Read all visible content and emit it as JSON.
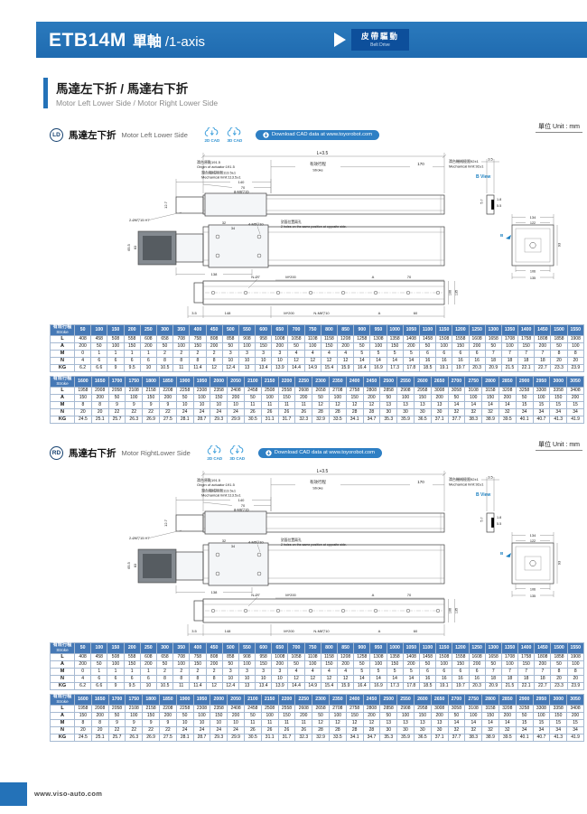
{
  "header": {
    "model": "ETB14M",
    "subtitle_cn": "單軸",
    "subtitle_axis": "/1-axis",
    "drive_cn": "皮帶驅動",
    "drive_en": "Belt Drive"
  },
  "intro": {
    "title_cn": "馬達左下折 / 馬達右下折",
    "title_en": "Motor Left Lower Side / Motor Right Lower Side"
  },
  "unit_label": "單位 Unit : mm",
  "cad": {
    "label_2d": "2D CAD",
    "label_3d": "3D CAD",
    "download": "Download CAD data at www.toyorobot.com"
  },
  "sections": [
    {
      "badge": "LD",
      "title_cn": "馬達左下折",
      "title_en": "Motor Left Lower Side"
    },
    {
      "badge": "RD",
      "title_cn": "馬達右下折",
      "title_en": "Motor RightLower Side"
    }
  ],
  "drawing": {
    "dim_L": "L+3.5",
    "origin_cn": "滑台原點191.5",
    "origin_en": "Origin of actuator:191.5",
    "stroke_cn": "有效行程",
    "stroke_en": "Stroke",
    "dim_170": "170",
    "mech_right_cn": "滑台機械極限92±1",
    "mech_right_en": "Mechanical limit:92±1",
    "mech_left_cn": "滑台機械極限113.5±1",
    "mech_left_en": "Mechanical limit:113.5±1",
    "dim_140": "140",
    "dim_70": "70",
    "holes_top": "8-M6▽15",
    "dim_127": "12.7",
    "bview_label": "B View",
    "dim_35": "3.5",
    "dim_57": "5.7",
    "dim_18": "1.8",
    "dim_55": "5.5",
    "holes_left": "2-Ø6▽15 H7",
    "dim_32": "32",
    "dim_34": "34",
    "holes_slider": "4-M5▽10",
    "opposite_cn": "對面位置兩孔",
    "opposite_en": "2 holes on the same position at opposite side.",
    "dim_134": "134",
    "dim_122": "122",
    "dim_93": "93",
    "dim_655": "65.5",
    "dim_83": "83",
    "dim_138": "138",
    "dim_106": "106",
    "dim_135": "135",
    "holes_n7": "N-Ø7",
    "dim_m200": "M*200",
    "dim_A": "A",
    "dim_148": "148",
    "holes_m6": "N-M6▽10",
    "dim_60": "60",
    "b_ref": "B"
  },
  "stroke_tables": {
    "header_cn": "有效行程",
    "header_en": "Stroke",
    "t1": {
      "strokes": [
        "50",
        "100",
        "150",
        "200",
        "250",
        "300",
        "350",
        "400",
        "450",
        "500",
        "550",
        "600",
        "650",
        "700",
        "750",
        "800",
        "850",
        "900",
        "950",
        "1000",
        "1050",
        "1100",
        "1150",
        "1200",
        "1250",
        "1300",
        "1350",
        "1400",
        "1450",
        "1500",
        "1550"
      ],
      "rows": [
        {
          "label": "L",
          "values": [
            "408",
            "458",
            "508",
            "558",
            "608",
            "658",
            "708",
            "758",
            "808",
            "858",
            "908",
            "958",
            "1008",
            "1058",
            "1108",
            "1158",
            "1208",
            "1258",
            "1308",
            "1358",
            "1408",
            "1458",
            "1508",
            "1558",
            "1608",
            "1658",
            "1708",
            "1758",
            "1808",
            "1858",
            "1908"
          ]
        },
        {
          "label": "A",
          "values": [
            "200",
            "50",
            "100",
            "150",
            "200",
            "50",
            "100",
            "150",
            "200",
            "50",
            "100",
            "150",
            "200",
            "50",
            "100",
            "150",
            "200",
            "50",
            "100",
            "150",
            "200",
            "50",
            "100",
            "150",
            "200",
            "50",
            "100",
            "150",
            "200",
            "50",
            "100"
          ]
        },
        {
          "label": "M",
          "values": [
            "0",
            "1",
            "1",
            "1",
            "1",
            "2",
            "2",
            "2",
            "2",
            "3",
            "3",
            "3",
            "3",
            "4",
            "4",
            "4",
            "4",
            "5",
            "5",
            "5",
            "5",
            "6",
            "6",
            "6",
            "6",
            "7",
            "7",
            "7",
            "7",
            "8",
            "8"
          ]
        },
        {
          "label": "N",
          "values": [
            "4",
            "6",
            "6",
            "6",
            "6",
            "8",
            "8",
            "8",
            "8",
            "10",
            "10",
            "10",
            "10",
            "12",
            "12",
            "12",
            "12",
            "14",
            "14",
            "14",
            "14",
            "16",
            "16",
            "16",
            "16",
            "18",
            "18",
            "18",
            "18",
            "20",
            "20"
          ]
        },
        {
          "label": "KG",
          "values": [
            "6.2",
            "6.6",
            "9",
            "9.5",
            "10",
            "10.5",
            "11",
            "11.4",
            "12",
            "12.4",
            "13",
            "13.4",
            "13.9",
            "14.4",
            "14.9",
            "15.4",
            "15.9",
            "16.4",
            "16.9",
            "17.3",
            "17.8",
            "18.5",
            "19.1",
            "19.7",
            "20.3",
            "20.9",
            "21.5",
            "22.1",
            "22.7",
            "23.3",
            "23.9"
          ]
        }
      ]
    },
    "t2": {
      "strokes": [
        "1600",
        "1650",
        "1700",
        "1750",
        "1800",
        "1850",
        "1900",
        "1950",
        "2000",
        "2050",
        "2100",
        "2150",
        "2200",
        "2250",
        "2300",
        "2350",
        "2400",
        "2450",
        "2500",
        "2550",
        "2600",
        "2650",
        "2700",
        "2750",
        "2800",
        "2850",
        "2900",
        "2950",
        "3000",
        "3050"
      ],
      "rows": [
        {
          "label": "L",
          "values": [
            "1958",
            "2008",
            "2058",
            "2108",
            "2158",
            "2208",
            "2258",
            "2308",
            "2358",
            "2408",
            "2458",
            "2508",
            "2558",
            "2608",
            "2658",
            "2708",
            "2758",
            "2808",
            "2858",
            "2908",
            "2958",
            "3008",
            "3058",
            "3108",
            "3158",
            "3208",
            "3258",
            "3308",
            "3358",
            "3408"
          ]
        },
        {
          "label": "A",
          "values": [
            "150",
            "200",
            "50",
            "100",
            "150",
            "200",
            "50",
            "100",
            "150",
            "200",
            "50",
            "100",
            "150",
            "200",
            "50",
            "100",
            "150",
            "200",
            "50",
            "100",
            "150",
            "200",
            "50",
            "100",
            "150",
            "200",
            "50",
            "100",
            "150",
            "200"
          ]
        },
        {
          "label": "M",
          "values": [
            "8",
            "8",
            "9",
            "9",
            "9",
            "9",
            "10",
            "10",
            "10",
            "10",
            "11",
            "11",
            "11",
            "11",
            "12",
            "12",
            "12",
            "12",
            "13",
            "13",
            "13",
            "13",
            "14",
            "14",
            "14",
            "14",
            "15",
            "15",
            "15",
            "15"
          ]
        },
        {
          "label": "N",
          "values": [
            "20",
            "20",
            "22",
            "22",
            "22",
            "22",
            "24",
            "24",
            "24",
            "24",
            "26",
            "26",
            "26",
            "26",
            "28",
            "28",
            "28",
            "28",
            "30",
            "30",
            "30",
            "30",
            "32",
            "32",
            "32",
            "32",
            "34",
            "34",
            "34",
            "34"
          ]
        },
        {
          "label": "KG",
          "values": [
            "24.5",
            "25.1",
            "25.7",
            "26.3",
            "26.9",
            "27.5",
            "28.1",
            "28.7",
            "29.3",
            "29.9",
            "30.5",
            "31.1",
            "31.7",
            "32.3",
            "32.9",
            "33.5",
            "34.1",
            "34.7",
            "35.3",
            "35.9",
            "36.5",
            "37.1",
            "37.7",
            "38.3",
            "38.9",
            "39.5",
            "40.1",
            "40.7",
            "41.3",
            "41.9"
          ]
        }
      ]
    }
  },
  "footer": {
    "url": "www.viso-auto.com"
  }
}
